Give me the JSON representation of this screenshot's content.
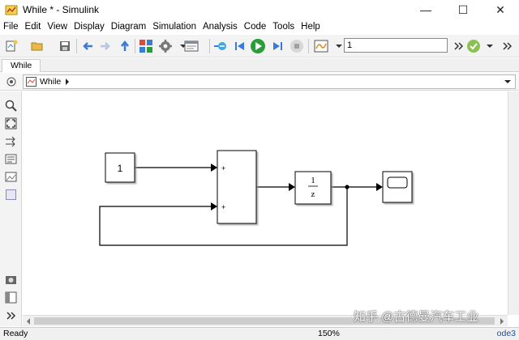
{
  "window": {
    "title": "While * - Simulink",
    "controls": {
      "minimize": "—",
      "maximize": "☐",
      "close": "✕"
    }
  },
  "menu": [
    "File",
    "Edit",
    "View",
    "Display",
    "Diagram",
    "Simulation",
    "Analysis",
    "Code",
    "Tools",
    "Help"
  ],
  "toolbar": {
    "stop_time": "1",
    "icons": [
      "new-model-icon",
      "open-folder-icon",
      "save-icon",
      "back-icon",
      "forward-icon",
      "up-icon",
      "library-browser-icon",
      "model-settings-icon",
      "model-explorer-icon",
      "signal-log-icon",
      "step-back-icon",
      "run-icon",
      "step-forward-icon",
      "stop-icon",
      "scope-icon",
      "more-icon",
      "check-icon"
    ]
  },
  "tabs": [
    "While"
  ],
  "breadcrumb": {
    "model": "While"
  },
  "palette": [
    "hide-palette-icon",
    "zoom-icon",
    "fit-view-icon",
    "arrow-direction-icon",
    "annotation-icon",
    "image-icon",
    "area-icon",
    "screenshot-icon",
    "model-browser-icon",
    "expand-icon"
  ],
  "diagram": {
    "constant": "1",
    "sum_signs": [
      "+",
      "+"
    ],
    "delay_num": "1",
    "delay_den": "z"
  },
  "status": {
    "ready": "Ready",
    "zoom": "150%",
    "solver": "ode3"
  },
  "watermark": "知乎 @古德曼汽车工业",
  "colors": {
    "run_green": "#2a9d3a",
    "toolbar_bg": "#f3f3f3",
    "solver_blue": "#1a4f9c"
  }
}
